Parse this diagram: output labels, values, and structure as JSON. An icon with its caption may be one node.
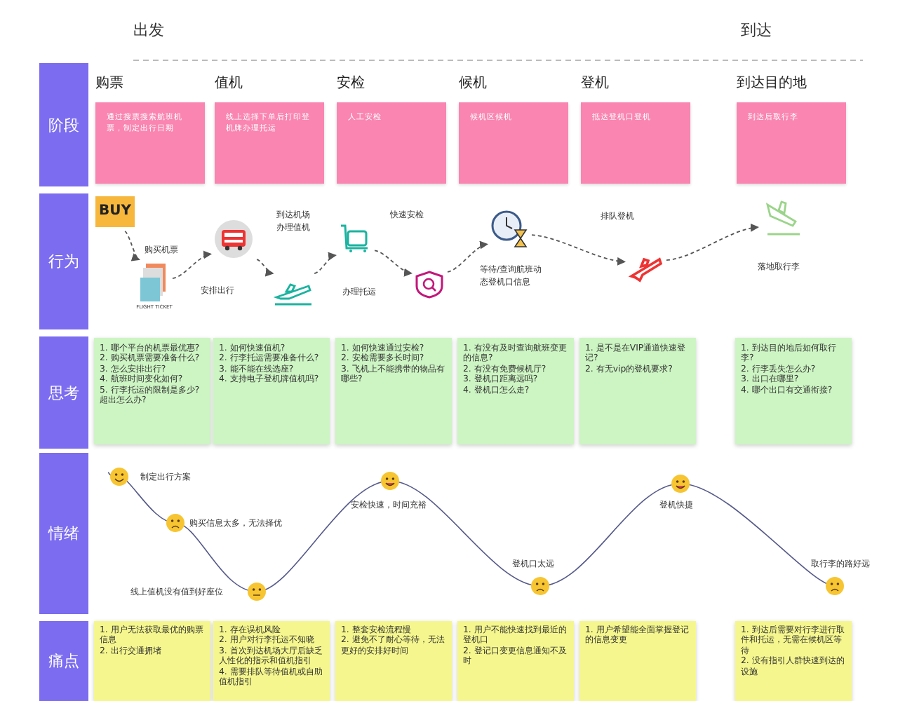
{
  "diagram": {
    "nodes": [
      {
        "text": [
          "阶段"
        ]
      },
      {
        "text": [
          "购票",
          "通过搜票搜索航班机票，制定出行日期"
        ]
      },
      {
        "text": [
          "值机",
          "线上选择下单后打印登机牌办理托运"
        ]
      },
      {
        "text": [
          "安检",
          "人工安检"
        ]
      },
      {
        "text": [
          "候机",
          "候机区候机"
        ]
      },
      {
        "text": [
          "登机",
          "抵达登机口登机"
        ]
      },
      {
        "text": [
          "到达目的地",
          "到达后取行李"
        ]
      },
      {
        "text": [
          "行为"
        ]
      },
      {
        "text": [
          "BUY"
        ]
      },
      {
        "text": [
          "FLIGHT TICKET"
        ]
      },
      {
        "text": [],
        "shape": "picture"
      },
      {
        "text": [],
        "shape": "picture"
      },
      {
        "text": [],
        "shape": "picture"
      },
      {
        "text": [],
        "shape": "picture"
      },
      {
        "text": [],
        "shape": "picture"
      },
      {
        "text": [],
        "shape": "picture"
      },
      {
        "text": [],
        "shape": "picture"
      },
      {
        "text": [
          "思考"
        ]
      },
      {
        "text": [
          "1. 哪个平台的机票最优惠?",
          "2. 购买机票需要准备什么?",
          "3. 怎么安排出行?",
          "4. 航班时间变化如何?",
          "5. 行李托运的限制是多少? 超出怎么办?"
        ]
      },
      {
        "text": [
          "1. 如何快速值机?",
          "2. 行李托运需要准备什么?",
          "3. 能不能在线选座?",
          "4. 支持电子登机牌值机吗?"
        ]
      },
      {
        "text": [
          "1. 如何快速通过安检?",
          "2. 安检需要多长时间?",
          "3. 飞机上不能携带的物品有哪些?"
        ]
      },
      {
        "text": [
          "1. 有没有及时查询航班变更的信息?",
          "2. 有没有免费候机厅?",
          "3. 登机口距离远吗?",
          "4. 登机口怎么走?"
        ]
      },
      {
        "text": [
          "1. 是不是在VIP通道快速登记?",
          "2. 有无vip的登机要求?"
        ]
      },
      {
        "text": [
          "1. 到达目的地后如何取行李?",
          "2. 行李丢失怎么办?",
          "3. 出口在哪里?",
          "4. 哪个出口有交通衔接?"
        ]
      },
      {
        "text": [
          "情绪"
        ]
      },
      {
        "text": [
          "痛点"
        ]
      },
      {
        "text": [
          "1. 用户无法获取最优的购票信息",
          "2. 出行交通拥堵"
        ]
      },
      {
        "text": [
          "1. 存在误机风险",
          "2. 用户对行李托运不知晓",
          "3. 首次到达机场大厅后缺乏人性化的指示和值机指引",
          "4. 需要排队等待值机或自助值机指引"
        ]
      },
      {
        "text": [
          "1. 整套安检流程慢",
          "2. 避免不了耐心等待，无法更好的安排好时间"
        ]
      },
      {
        "text": [
          "1. 用户不能快速找到最近的登机口",
          "2. 登记口变更信息通知不及时"
        ]
      },
      {
        "text": [
          "1. 用户希望能全面掌握登记的信息变更"
        ]
      },
      {
        "text": [
          "1. 到达后需要对行李进行取件和托运，无需在候机区等待",
          "2. 没有指引人群快速到达的设施"
        ]
      }
    ],
    "edges": [
      {
        "from": 8,
        "to": 9,
        "arrow": "to",
        "style": "dashed"
      },
      {
        "from": 9,
        "to": 10,
        "arrow": "to",
        "style": "dashed"
      },
      {
        "from": 10,
        "to": 11,
        "arrow": "to",
        "style": "dashed"
      },
      {
        "from": 11,
        "to": 12,
        "arrow": "to",
        "style": "dashed"
      },
      {
        "from": 12,
        "to": 13,
        "arrow": "to",
        "style": "dashed"
      },
      {
        "from": 13,
        "to": 14,
        "arrow": "to",
        "style": "dashed"
      },
      {
        "from": 14,
        "to": 15,
        "arrow": "to",
        "style": "dashed"
      },
      {
        "from": 15,
        "to": 16,
        "arrow": "to",
        "style": "dashed"
      }
    ],
    "labels": [
      "出发",
      "到达",
      "购买机票",
      "安排出行",
      "到达机场办理值机",
      "办理托运",
      "快速安检",
      "等待/查询航班动态登机口信息",
      "排队登机",
      "落地取行李",
      "制定出行方案",
      "购买信息太多，无法择优",
      "线上值机没有值到好座位",
      "安检快速，时间充裕",
      "登机口太远",
      "登机快捷",
      "取行李的路好远"
    ]
  }
}
